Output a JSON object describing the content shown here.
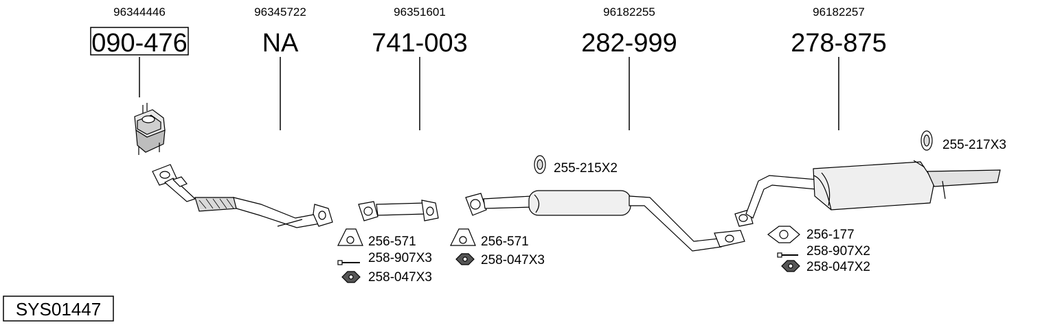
{
  "system": {
    "code": "SYS01447"
  },
  "columns": [
    {
      "oem": "96344446",
      "part": "090-476",
      "boxed": true
    },
    {
      "oem": "96345722",
      "part": "NA",
      "boxed": false
    },
    {
      "oem": "96351601",
      "part": "741-003",
      "boxed": false
    },
    {
      "oem": "96182255",
      "part": "282-999",
      "boxed": false
    },
    {
      "oem": "96182257",
      "part": "278-875",
      "boxed": false
    }
  ],
  "accessories": {
    "group1": {
      "gasket": "256-571",
      "bolt": "258-907X3",
      "nut": "258-047X3"
    },
    "group2": {
      "gasket": "256-571",
      "nut": "258-047X3"
    },
    "hanger_mid": "255-215X2",
    "hanger_rear": "255-217X3",
    "group3": {
      "gasket": "256-177",
      "bolt": "258-907X2",
      "nut": "258-047X2"
    }
  }
}
